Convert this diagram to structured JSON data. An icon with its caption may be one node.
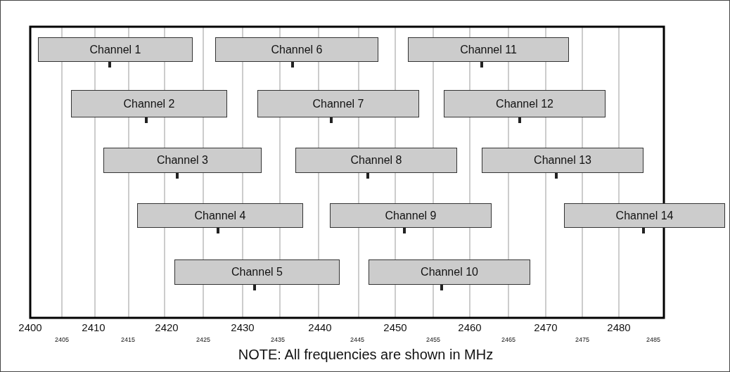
{
  "diagram": {
    "nodes": [
      {
        "text": [
          "Channel 1"
        ]
      },
      {
        "text": [
          "Channel 6"
        ]
      },
      {
        "text": [
          "Channel 11"
        ]
      },
      {
        "text": [
          "Channel 2"
        ]
      },
      {
        "text": [
          "Channel 7"
        ]
      },
      {
        "text": [
          "Channel 12"
        ]
      },
      {
        "text": [
          "Channel 3"
        ]
      },
      {
        "text": [
          "Channel 8"
        ]
      },
      {
        "text": [
          "Channel 13"
        ]
      },
      {
        "text": [
          "Channel 4"
        ]
      },
      {
        "text": [
          "Channel 9"
        ]
      },
      {
        "text": [
          "Channel 14"
        ]
      },
      {
        "text": [
          "Channel 5"
        ]
      },
      {
        "text": [
          "Channel 10"
        ]
      }
    ],
    "labels": [
      "2400",
      "2405",
      "2410",
      "2415",
      "2420",
      "2425",
      "2430",
      "2435",
      "2440",
      "2445",
      "2450",
      "2455",
      "2460",
      "2465",
      "2470",
      "2475",
      "2480",
      "2485",
      "NOTE: All frequencies are shown in MHz"
    ]
  }
}
